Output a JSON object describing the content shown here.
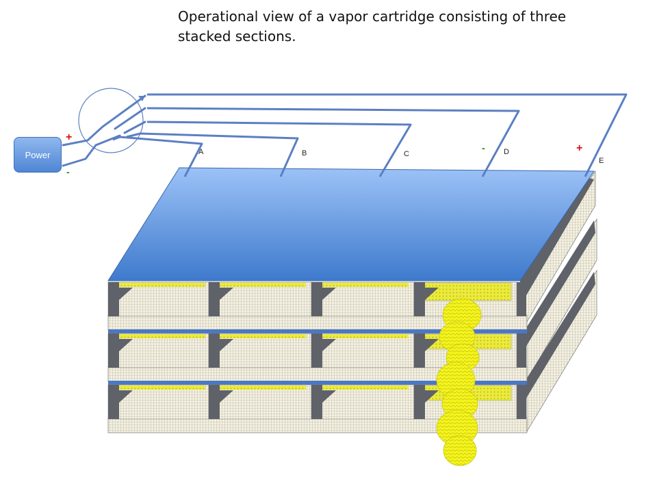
{
  "caption": "Operational view of a vapor cartridge consisting of three stacked sections.",
  "power": {
    "label": "Power",
    "plus": "+",
    "minus": "-"
  },
  "terminals": [
    "A",
    "B",
    "C",
    "D",
    "E"
  ],
  "polarity": {
    "d_sign": "-",
    "e_sign": "+"
  },
  "colors": {
    "top_plate_light": "#9cc2f7",
    "top_plate_dark": "#3e7acc",
    "wire": "#5b7fc2",
    "wall": "#5f6268",
    "mesh_fill": "#f5f0dd",
    "mesh_line": "#9aa0a8",
    "vapor": "#f3f21a",
    "strip": "#e6e24a",
    "band": "#4a78c4"
  },
  "layers": 3,
  "compartments_per_layer": 4
}
